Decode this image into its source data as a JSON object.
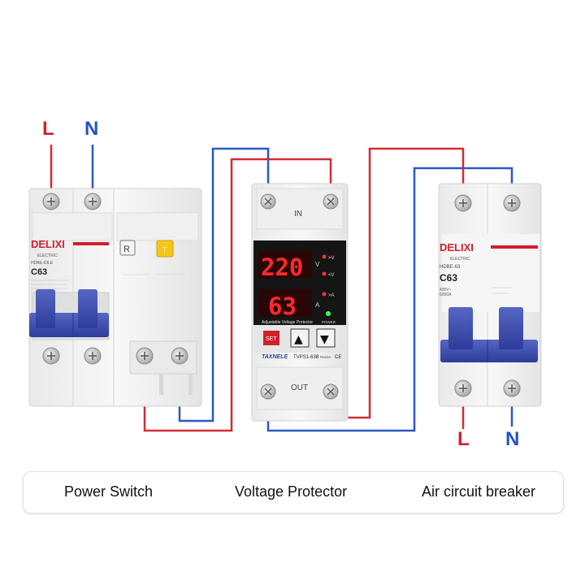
{
  "labels": {
    "left_L": "L",
    "left_N": "N",
    "right_L": "L",
    "right_N": "N"
  },
  "left_breaker": {
    "brand": "DELIXI",
    "sub": "ELECTRIC",
    "model": "HDBE-63LE",
    "rating": "C63",
    "r_button": "R",
    "t_button": "T"
  },
  "protector": {
    "in_label": "IN",
    "out_label": "OUT",
    "voltage_display": "220",
    "current_display": "63",
    "title_strip": "Adjustable Voltage Protector",
    "set_label": "SET",
    "up_symbol": "▲",
    "down_symbol": "▼",
    "brand": "TAXNELE",
    "model": "TVPS1-63B",
    "model_suffix": "Rs63A",
    "ce": "CE",
    "v_over": ">V",
    "v_under": "<V",
    "a_over": ">A",
    "power": "POWER"
  },
  "right_breaker": {
    "brand": "DELIXI",
    "sub": "ELECTRIC",
    "model": "HDBE-63",
    "rating": "C63",
    "spec1": "400V~",
    "spec2": "6000A"
  },
  "captions": {
    "power_switch": "Power Switch",
    "voltage_protector": "Voltage Protector",
    "air_breaker": "Air circuit breaker"
  },
  "colors": {
    "live_wire": "#d42a35",
    "neutral_wire": "#2b57c7",
    "label_red": "#d0202c",
    "label_blue": "#2452c2",
    "brand_red": "#d11f2b",
    "handle_blue": "#3f4fb0",
    "display_red": "#ff2a2a"
  }
}
